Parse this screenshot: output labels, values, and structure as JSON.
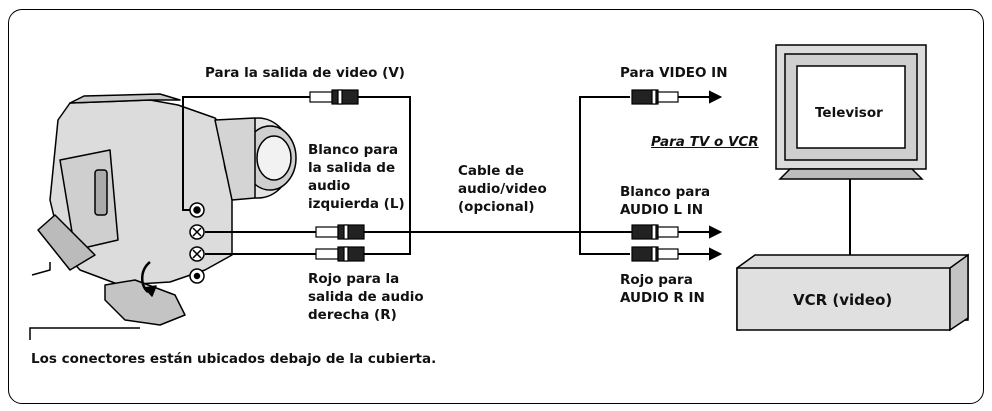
{
  "labels": {
    "video_out": "Para la salida de video (V)",
    "white_left": "Blanco para\nla salida de\naudio\nizquierda (L)",
    "red_right": "Rojo para la\nsalida de audio\nderecha (R)",
    "cable": "Cable de\naudio/video\n(opcional)",
    "video_in": "Para VIDEO IN",
    "tv_or_vcr": "Para TV o VCR",
    "audio_l_in": "Blanco para\nAUDIO L IN",
    "audio_r_in": "Rojo para\nAUDIO R IN",
    "connectors_note": "Los conectores están ubicados debajo de la cubierta.",
    "tv": "Televisor",
    "vcr": "VCR (video)"
  },
  "colors": {
    "line": "#000000",
    "screen_fill": "#ffffff",
    "device_fill": "#e6e6e6",
    "camera_fill": "#d9d9d9"
  },
  "icons": [
    "camcorder-illustration",
    "rca-plug-icon",
    "arrow-icon",
    "television-icon",
    "vcr-box"
  ]
}
